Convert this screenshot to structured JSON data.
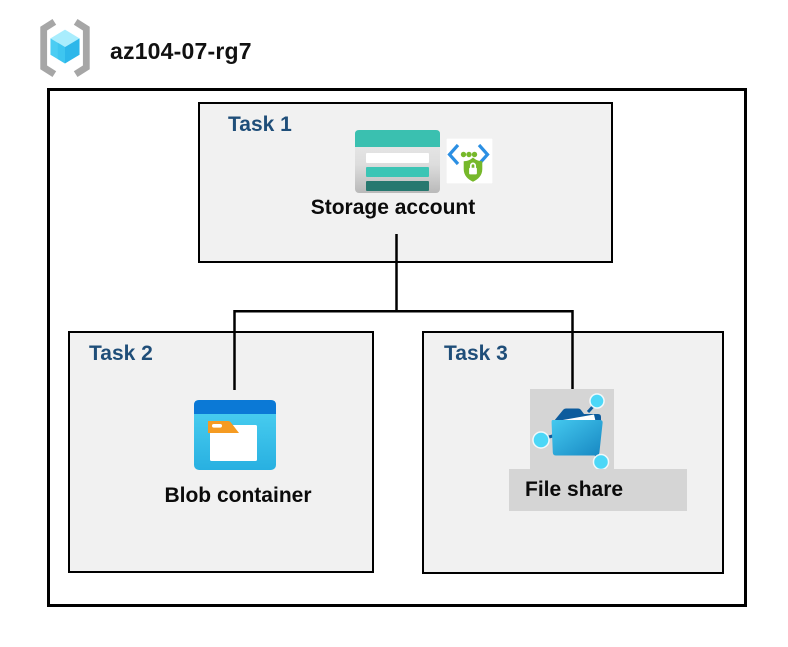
{
  "diagram": {
    "resource_group": {
      "name": "az104-07-rg7",
      "icon": "resource-group-icon"
    },
    "groups": [
      {
        "id": "task1",
        "label": "Task 1",
        "item": "Storage account",
        "icons": [
          "storage-account-icon",
          "shared-access-signature-icon"
        ]
      },
      {
        "id": "task2",
        "label": "Task 2",
        "item": "Blob container",
        "icons": [
          "blob-container-icon"
        ]
      },
      {
        "id": "task3",
        "label": "Task 3",
        "item": "File share",
        "icons": [
          "file-share-icon"
        ]
      }
    ],
    "connections": [
      {
        "from": "Storage account",
        "to": "Blob container"
      },
      {
        "from": "Storage account",
        "to": "File share"
      }
    ],
    "colors": {
      "task_label_blue": "#1f4e79",
      "box_fill": "#f1f1f1",
      "box_border": "#000000",
      "storage_teal": "#3ac0b0",
      "storage_teal_dark": "#27786f",
      "blob_top_blue": "#0b79d6",
      "blob_body_blue": "#35c0ea",
      "blob_tab_orange": "#f59b22",
      "file_share_dark_blue": "#0d5c9d",
      "file_share_node_cyan": "#4cd7f7",
      "file_share_plate_gray": "#d5d5d5",
      "sas_green": "#76b82a",
      "sas_bracket_blue": "#2b8fe3",
      "rg_bracket_gray": "#a6a6a6",
      "rg_cube_cyan": "#4bcdf3"
    }
  }
}
